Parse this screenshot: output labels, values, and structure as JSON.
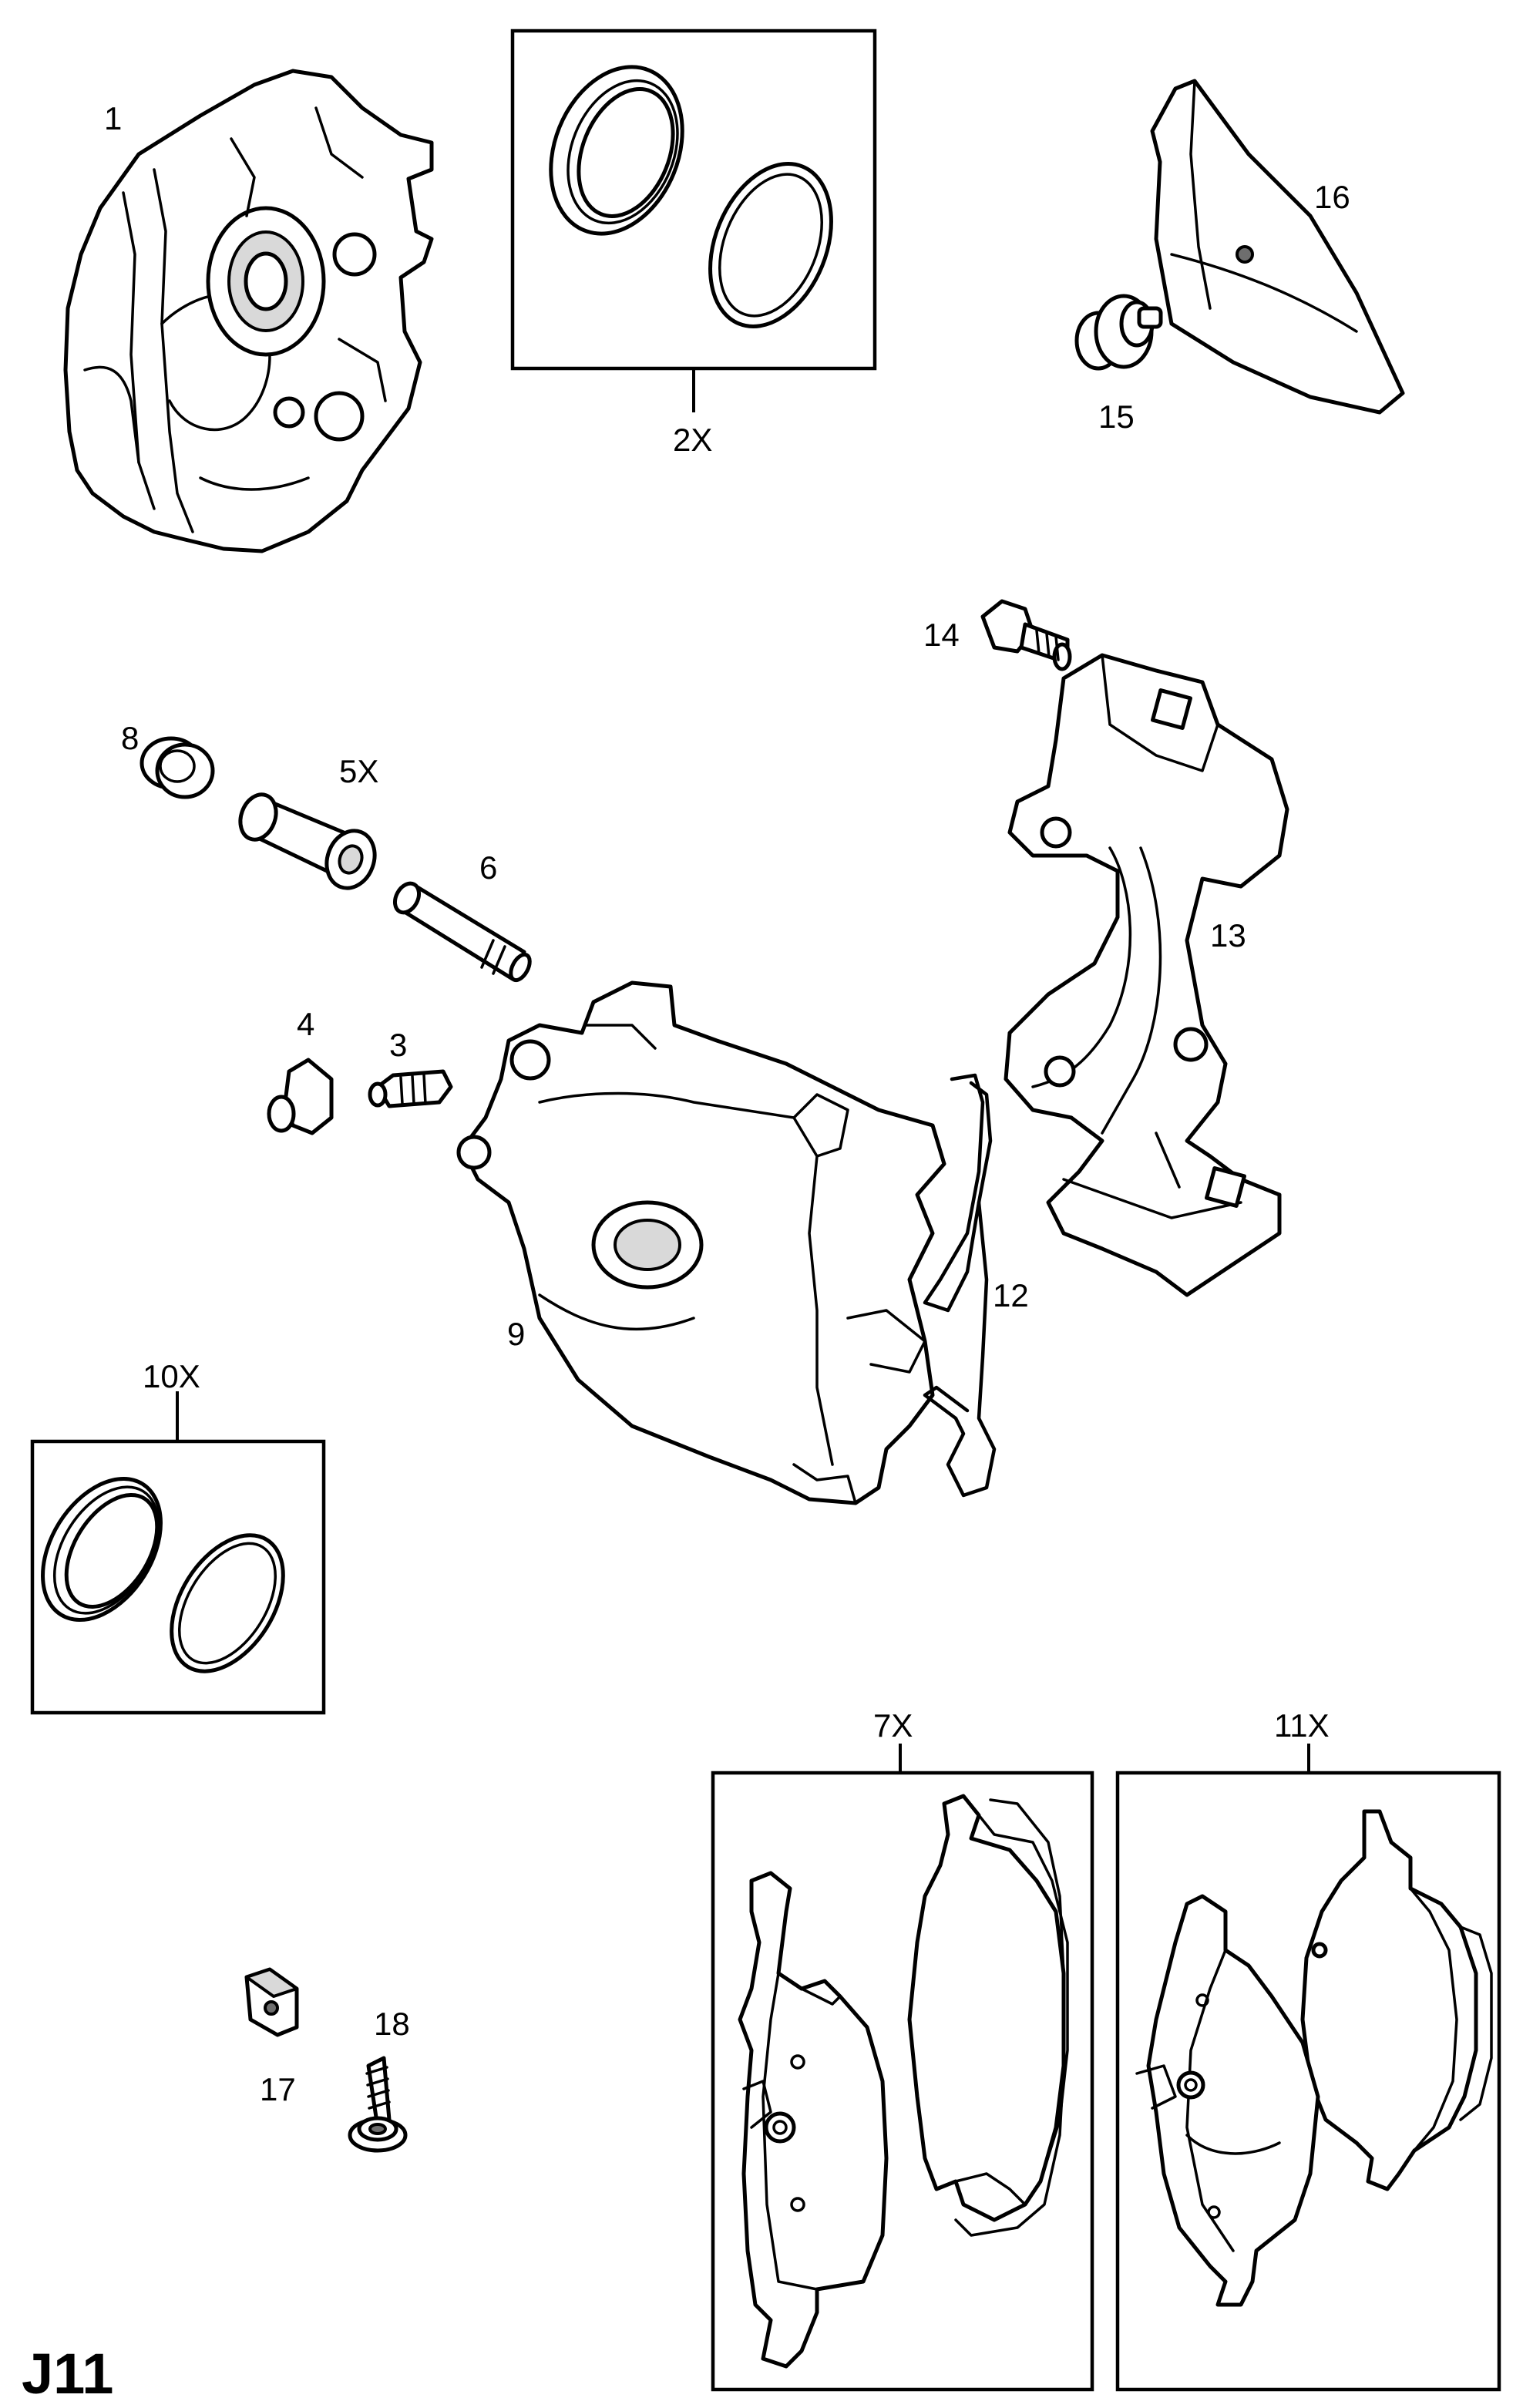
{
  "diagram": {
    "code": "J11",
    "callouts": {
      "p1": "1",
      "p2x": "2X",
      "p3": "3",
      "p4": "4",
      "p5x": "5X",
      "p6": "6",
      "p7x": "7X",
      "p8": "8",
      "p9": "9",
      "p10x": "10X",
      "p11x": "11X",
      "p12": "12",
      "p13": "13",
      "p14": "14",
      "p15": "15",
      "p16": "16",
      "p17": "17",
      "p18": "18"
    }
  }
}
